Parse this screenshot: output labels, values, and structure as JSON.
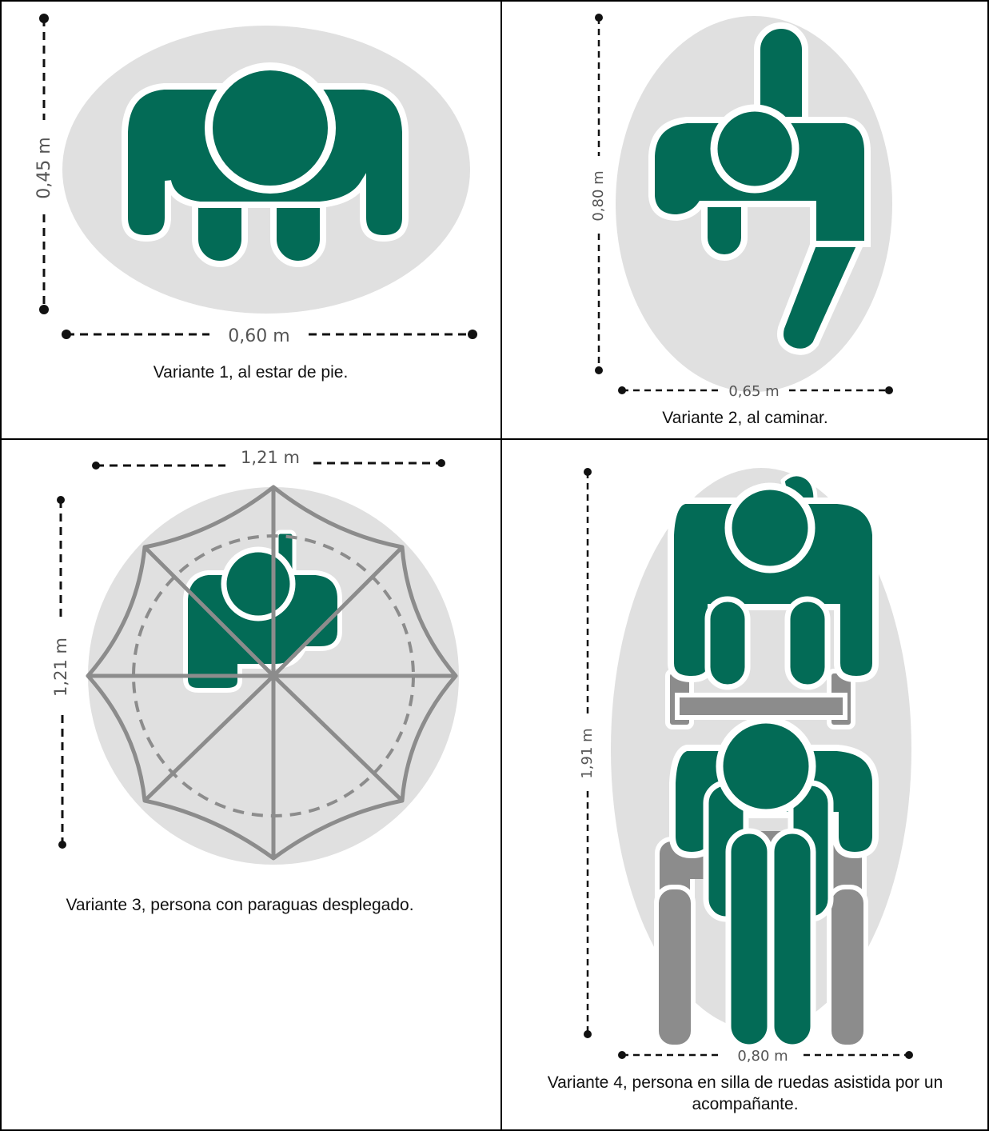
{
  "colors": {
    "figure_green": "#036b56",
    "silhouette": "#e0e0e0",
    "outline": "#ffffff",
    "umbrella_gray": "#8c8c8c",
    "chair_gray": "#8c8c8c",
    "dimension_line": "#111111",
    "table_border": "#000000"
  },
  "panels": [
    {
      "id": "v1",
      "dim_horizontal": "0,60 m",
      "dim_vertical": "0,45 m",
      "caption": "Variante 1, al estar de pie."
    },
    {
      "id": "v2",
      "dim_horizontal": "0,65 m",
      "dim_vertical": "0,80 m",
      "caption": "Variante 2, al caminar."
    },
    {
      "id": "v3",
      "dim_horizontal": "1,21 m",
      "dim_vertical": "1,21 m",
      "caption": "Variante 3, persona con paraguas desplegado."
    },
    {
      "id": "v4",
      "dim_horizontal": "0,80 m",
      "dim_vertical": "1,91 m",
      "caption": "Variante 4, persona en silla de ruedas asistida por un acompañante."
    }
  ]
}
